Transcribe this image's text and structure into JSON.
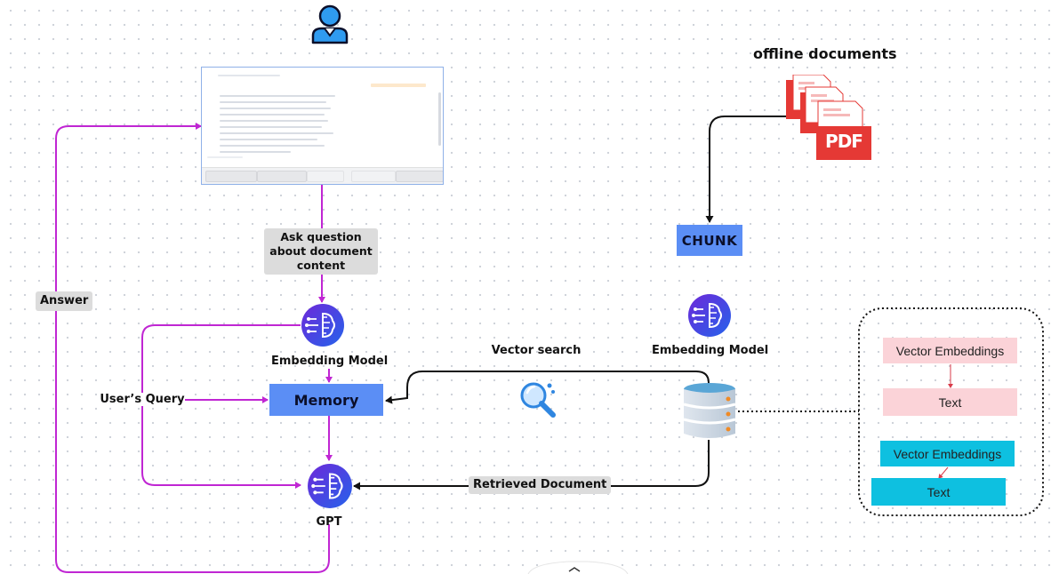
{
  "labels": {
    "offline_documents": "offline documents",
    "chunk": "CHUNK",
    "ask_question": "Ask question about document content",
    "answer": "Answer",
    "embedding_model_left": "Embedding Model",
    "embedding_model_right": "Embedding Model",
    "vector_search": "Vector search",
    "users_query": "User’s Query",
    "memory": "Memory",
    "retrieved_document": "Retrieved Document",
    "gpt": "GPT",
    "pdf_badge": "PDF"
  },
  "vector_store_panel": {
    "items": [
      {
        "embedding": "Vector Embeddings",
        "text": "Text",
        "style": "pink"
      },
      {
        "embedding": "Vector Embeddings",
        "text": "Text",
        "style": "cyan"
      }
    ]
  },
  "colors": {
    "flow_purple": "#c026d3",
    "flow_black": "#111111",
    "box_blue": "#5b8ef5",
    "pink": "#fbd3d8",
    "cyan": "#0ec0e0",
    "pdf_red": "#e53935"
  },
  "icons": {
    "user": "user-avatar-icon",
    "ai": "ai-brain-icon",
    "search": "magnifier-icon",
    "database": "database-server-icon",
    "pdf": "pdf-stack-icon"
  }
}
